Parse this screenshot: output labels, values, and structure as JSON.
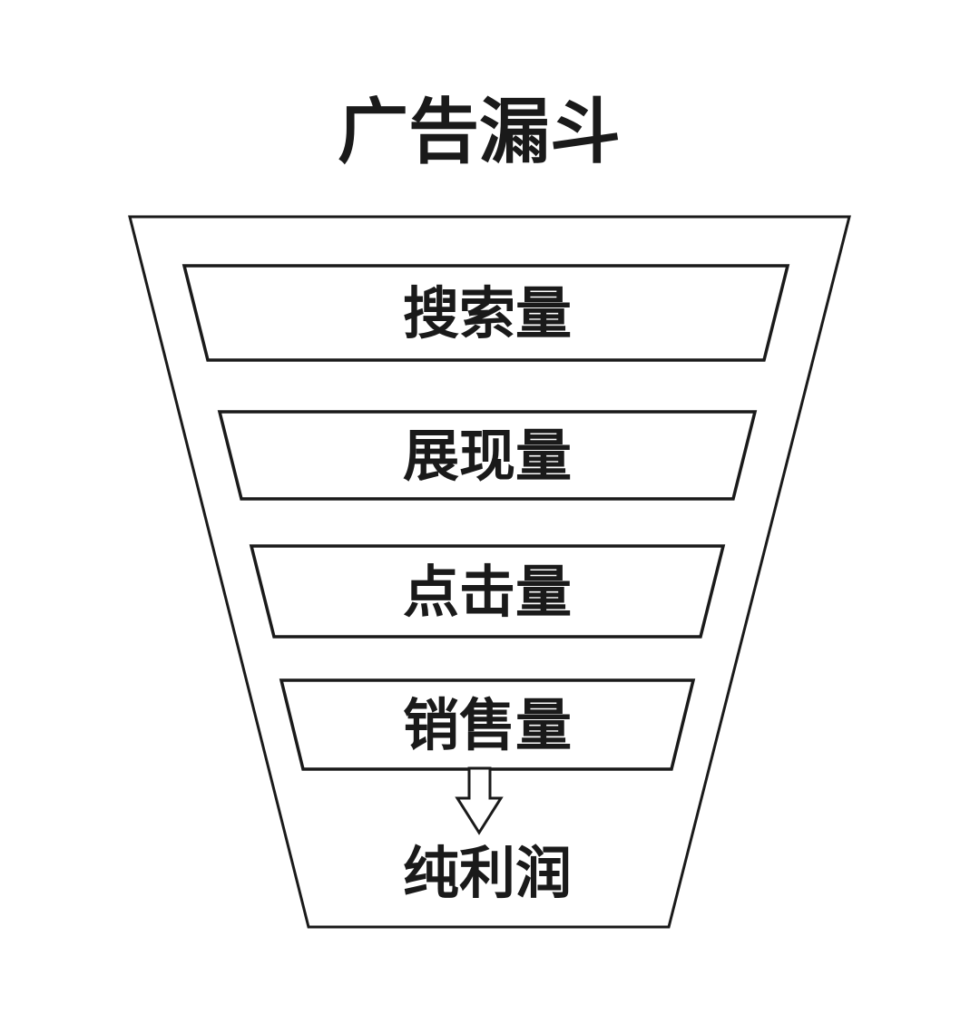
{
  "diagram": {
    "title": "广告漏斗",
    "stages": [
      {
        "label": "搜索量"
      },
      {
        "label": "展现量"
      },
      {
        "label": "点击量"
      },
      {
        "label": "销售量"
      }
    ],
    "result_label": "纯利润",
    "colors": {
      "stroke": "#1a1a1a",
      "text": "#1a1a1a",
      "background": "#ffffff"
    }
  }
}
